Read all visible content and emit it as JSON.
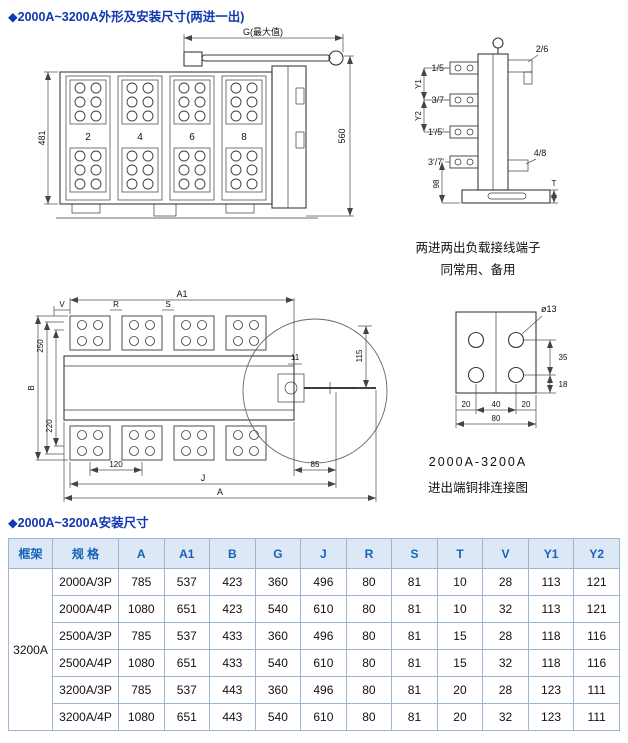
{
  "titles": {
    "section1": "◆2000A~3200A外形及安装尺寸(两进一出)",
    "section2": "◆2000A~3200A安装尺寸"
  },
  "front_view": {
    "dim_g": "G(最大值)",
    "dim_481": "481",
    "dim_560": "560",
    "poles": [
      "2",
      "4",
      "6",
      "8"
    ]
  },
  "side_view": {
    "label_15": "1/5",
    "label_26": "2/6",
    "label_37": "3/7",
    "label_1p5p": "1'/5'",
    "label_3p7p": "3'/7'",
    "label_48": "4/8",
    "dim_y1": "Y1",
    "dim_y2": "Y2",
    "dim_98": "98",
    "dim_t": "T",
    "caption_line1": "两进两出负载接线端子",
    "caption_line2": "同常用、备用"
  },
  "plan_view": {
    "dim_a1": "A1",
    "dim_v": "V",
    "dim_r": "R",
    "dim_s": "S",
    "dim_b": "B",
    "dim_250": "250",
    "dim_220": "220",
    "dim_11": "11",
    "dim_115": "115",
    "dim_120": "120",
    "dim_85": "85",
    "dim_j": "J",
    "dim_a": "A"
  },
  "detail_view": {
    "dim_dia": "ø13",
    "dim_35": "35",
    "dim_18": "18",
    "dim_20_left": "20",
    "dim_40": "40",
    "dim_20_right": "20",
    "dim_80": "80",
    "caption_line1": "2000A-3200A",
    "caption_line2": "进出端铜排连接图"
  },
  "table": {
    "headers": [
      "框架",
      "规 格",
      "A",
      "A1",
      "B",
      "G",
      "J",
      "R",
      "S",
      "T",
      "V",
      "Y1",
      "Y2"
    ],
    "frame": "3200A",
    "rows": [
      {
        "spec": "2000A/3P",
        "values": [
          "785",
          "537",
          "423",
          "360",
          "496",
          "80",
          "81",
          "10",
          "28",
          "113",
          "121"
        ]
      },
      {
        "spec": "2000A/4P",
        "values": [
          "1080",
          "651",
          "423",
          "540",
          "610",
          "80",
          "81",
          "10",
          "32",
          "113",
          "121"
        ]
      },
      {
        "spec": "2500A/3P",
        "values": [
          "785",
          "537",
          "433",
          "360",
          "496",
          "80",
          "81",
          "15",
          "28",
          "118",
          "116"
        ]
      },
      {
        "spec": "2500A/4P",
        "values": [
          "1080",
          "651",
          "433",
          "540",
          "610",
          "80",
          "81",
          "15",
          "32",
          "118",
          "116"
        ]
      },
      {
        "spec": "3200A/3P",
        "values": [
          "785",
          "537",
          "443",
          "360",
          "496",
          "80",
          "81",
          "20",
          "28",
          "123",
          "111"
        ]
      },
      {
        "spec": "3200A/4P",
        "values": [
          "1080",
          "651",
          "443",
          "540",
          "610",
          "80",
          "81",
          "20",
          "32",
          "123",
          "111"
        ]
      }
    ]
  },
  "colors": {
    "title_blue": "#1237b0",
    "header_text": "#1463b8",
    "header_bg": "#dce8f5",
    "table_border": "#9cb6d4"
  }
}
